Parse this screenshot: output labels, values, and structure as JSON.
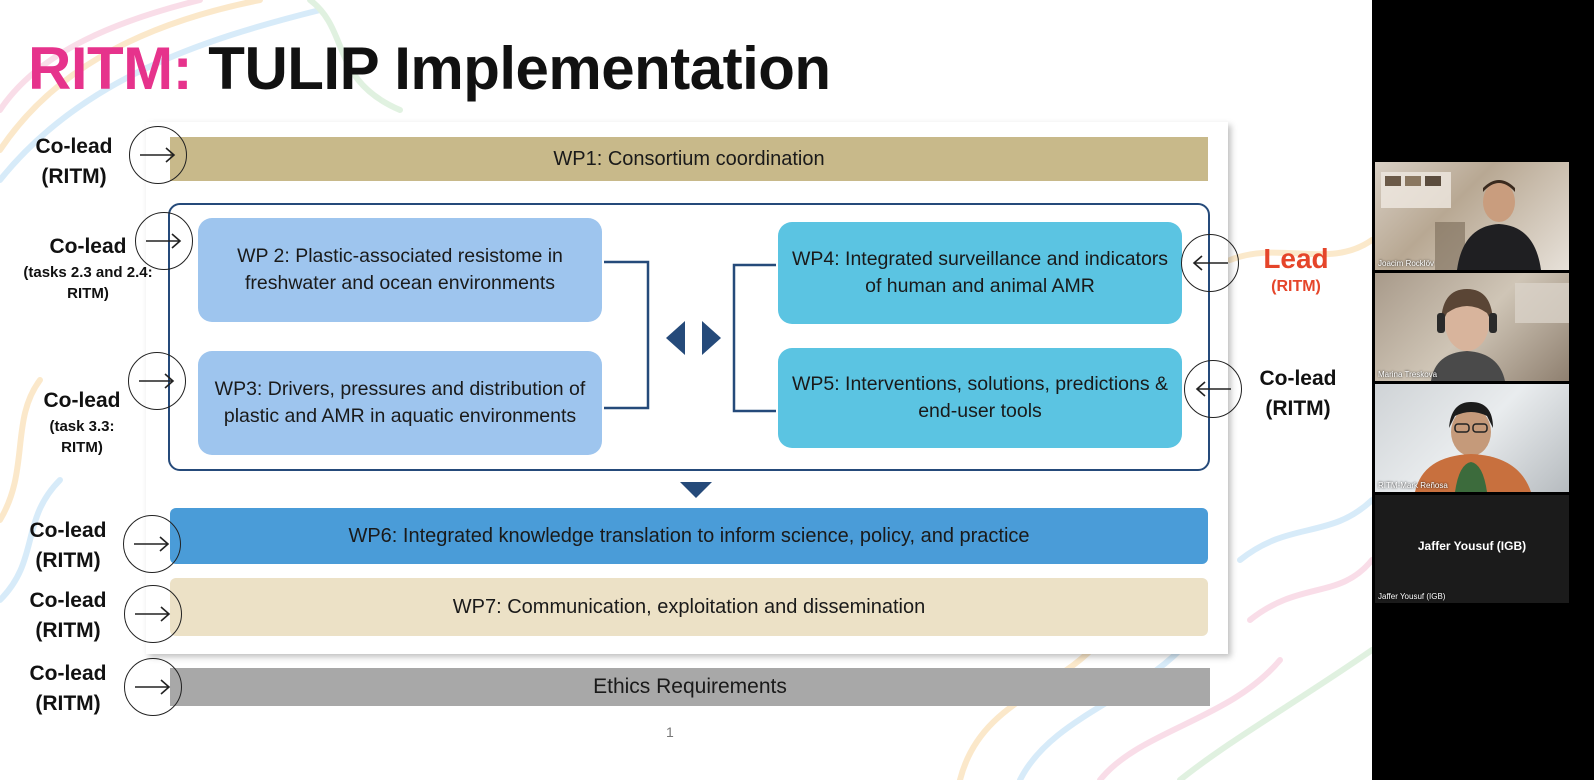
{
  "slide": {
    "title_accent": "RITM:",
    "title_main": "TULIP Implementation",
    "page_number": "1",
    "work_packages": {
      "wp1": "WP1: Consortium coordination",
      "wp2": "WP 2: Plastic-associated resistome in freshwater and ocean environments",
      "wp3": "WP3: Drivers, pressures and distribution of plastic and AMR in aquatic environments",
      "wp4": "WP4: Integrated surveillance and indicators of human and animal AMR",
      "wp5": "WP5: Interventions, solutions, predictions & end-user tools",
      "wp6": "WP6: Integrated knowledge translation to inform science, policy, and practice",
      "wp7": "WP7: Communication, exploitation and dissemination",
      "ethics": "Ethics Requirements"
    },
    "roles": {
      "wp1": {
        "main": "Co-lead (RITM)"
      },
      "wp2": {
        "main": "Co-lead",
        "sub": "(tasks 2.3 and 2.4: RITM)"
      },
      "wp3": {
        "main": "Co-lead",
        "sub": "(task 3.3: RITM)"
      },
      "wp4": {
        "main": "Lead",
        "sub": "(RITM)"
      },
      "wp5": {
        "main": "Co-lead (RITM)"
      },
      "wp6": {
        "main": "Co-lead (RITM)"
      },
      "wp7": {
        "main": "Co-lead (RITM)"
      },
      "ethics": {
        "main": "Co-lead (RITM)"
      }
    },
    "colors": {
      "title_accent": "#e6338c",
      "lead_role": "#e5452a",
      "frame": "#254a7a"
    }
  },
  "call": {
    "participants": [
      {
        "name": "Joacim Rocklöv",
        "video": true
      },
      {
        "name": "Marina Treskova",
        "video": true
      },
      {
        "name": "RITM-Mark Reñosa",
        "video": true
      },
      {
        "name": "Jaffer Yousuf (IGB)",
        "label": "Jaffer Yousuf (IGB)",
        "video": false
      }
    ]
  }
}
